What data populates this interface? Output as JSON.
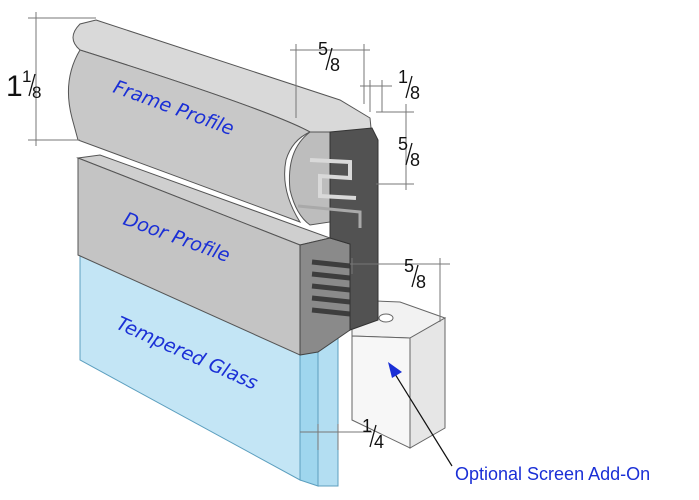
{
  "labels": {
    "frame_profile": "Frame Profile",
    "door_profile": "Door Profile",
    "tempered_glass": "Tempered Glass",
    "screen_addon": "Optional Screen Add-On"
  },
  "dimensions": {
    "height_whole": "1",
    "height_num": "1",
    "height_den": "8",
    "top_width_num": "5",
    "top_width_den": "8",
    "lip_num": "1",
    "lip_den": "8",
    "depth_num": "5",
    "depth_den": "8",
    "door_width_num": "5",
    "door_width_den": "8",
    "glass_num": "1",
    "glass_den": "4"
  },
  "colors": {
    "aluminum_light": "#d6d6d6",
    "aluminum_mid": "#b4b4b4",
    "aluminum_dark": "#6d6d6d",
    "aluminum_black": "#4a4a4a",
    "glass": "#bfe3f4",
    "glass_edge": "#8fd0ec",
    "label": "#1a2fd6"
  }
}
